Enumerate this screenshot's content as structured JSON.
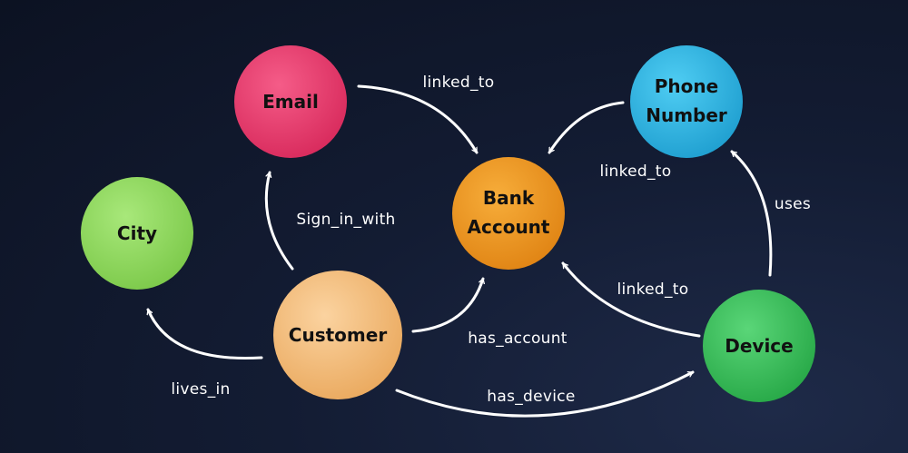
{
  "nodes": {
    "email": {
      "label": "Email",
      "color": "#ee3d6f"
    },
    "phone": {
      "line1": "Phone",
      "line2": "Number",
      "color": "#2fb7e2"
    },
    "bank": {
      "line1": "Bank",
      "line2": "Account",
      "color": "#ef9a22"
    },
    "city": {
      "label": "City",
      "color": "#95dc5e"
    },
    "customer": {
      "label": "Customer",
      "color": "#f3bf7e"
    },
    "device": {
      "label": "Device",
      "color": "#3ec55f"
    }
  },
  "edges": {
    "email_bank": "linked_to",
    "phone_bank": "linked_to",
    "device_phone": "uses",
    "customer_email": "Sign_in_with",
    "device_bank": "linked_to",
    "customer_bank": "has_account",
    "customer_city": "lives_in",
    "customer_device": "has_device"
  }
}
